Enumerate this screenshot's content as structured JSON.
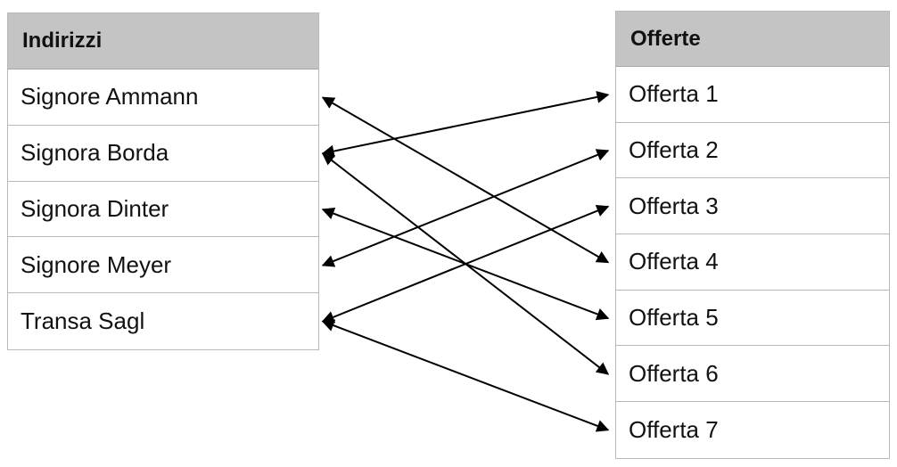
{
  "left_table": {
    "header": "Indirizzi",
    "rows": [
      "Signore Ammann",
      "Signora Borda",
      "Signora Dinter",
      "Signore Meyer",
      "Transa Sagl"
    ]
  },
  "right_table": {
    "header": "Offerte",
    "rows": [
      "Offerta 1",
      "Offerta 2",
      "Offerta 3",
      "Offerta 4",
      "Offerta 5",
      "Offerta 6",
      "Offerta 7"
    ]
  },
  "links": [
    {
      "from": "Signore Ammann",
      "to": "Offerta 4"
    },
    {
      "from": "Signora Borda",
      "to": "Offerta 1"
    },
    {
      "from": "Signora Borda",
      "to": "Offerta 6"
    },
    {
      "from": "Signora Dinter",
      "to": "Offerta 5"
    },
    {
      "from": "Signore Meyer",
      "to": "Offerta 2"
    },
    {
      "from": "Transa Sagl",
      "to": "Offerta 3"
    },
    {
      "from": "Transa Sagl",
      "to": "Offerta 7"
    }
  ],
  "colors": {
    "header_bg": "#c4c4c4",
    "border": "#b8b8b8",
    "arrow": "#000000"
  }
}
